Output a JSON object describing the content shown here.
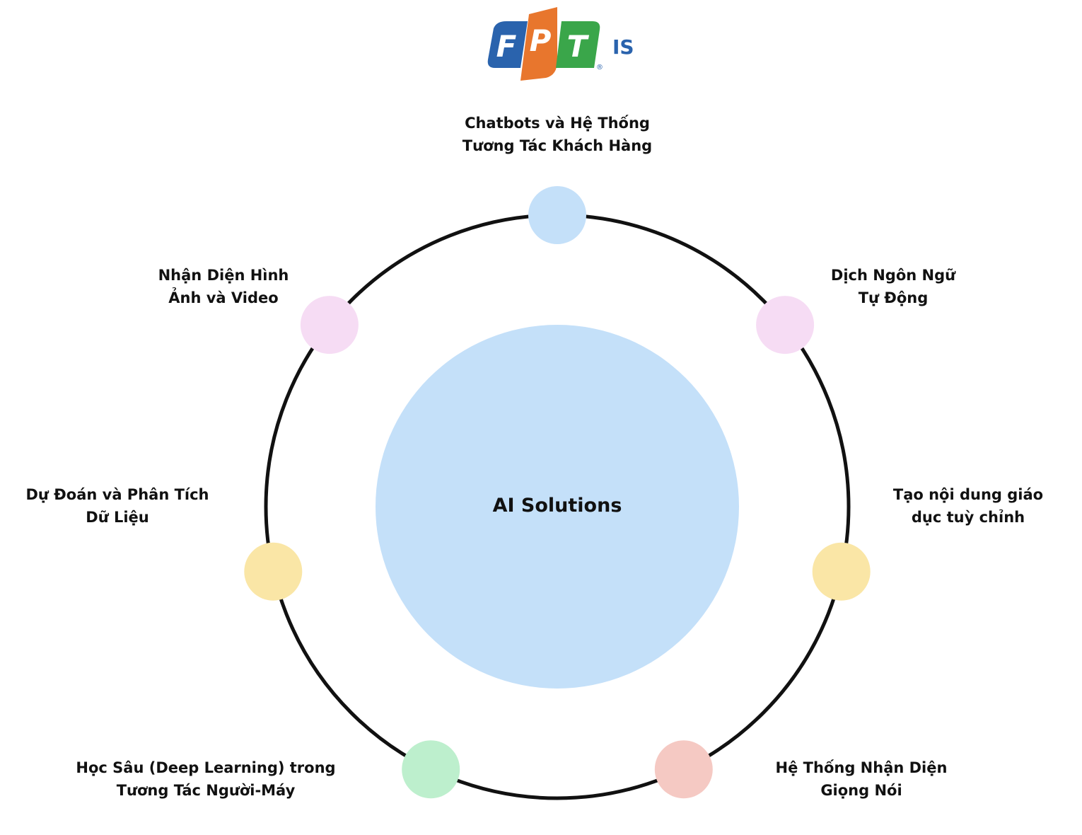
{
  "logo": {
    "letters": [
      "F",
      "P",
      "T"
    ],
    "suffix": "IS",
    "registered_mark": "®",
    "colors": {
      "F": "#2a63ad",
      "P": "#e8762d",
      "T": "#3aa64a",
      "suffix": "#2a63ad"
    }
  },
  "diagram": {
    "ring_color": "#111111",
    "center": {
      "title": "AI Solutions",
      "fill": "#c4e0f9"
    },
    "nodes": [
      {
        "id": "chatbots",
        "fill": "#c4e0f9",
        "lines": [
          "Chatbots và Hệ Thống",
          "Tương Tác Khách Hàng"
        ]
      },
      {
        "id": "translation",
        "fill": "#f6dcf4",
        "lines": [
          "Dịch Ngôn Ngữ",
          "Tự Động"
        ]
      },
      {
        "id": "education",
        "fill": "#fae6a6",
        "lines": [
          "Tạo nội dung giáo",
          "dục tuỳ chỉnh"
        ]
      },
      {
        "id": "speech",
        "fill": "#f5c9c3",
        "lines": [
          "Hệ Thống Nhận Diện",
          "Giọng Nói"
        ]
      },
      {
        "id": "deep-learning",
        "fill": "#bdefcd",
        "lines": [
          "Học Sâu (Deep Learning) trong",
          "Tương Tác Người-Máy"
        ]
      },
      {
        "id": "prediction",
        "fill": "#fae6a6",
        "lines": [
          "Dự Đoán và Phân Tích",
          "Dữ Liệu"
        ]
      },
      {
        "id": "vision",
        "fill": "#f6dcf4",
        "lines": [
          "Nhận Diện Hình",
          "Ảnh và Video"
        ]
      }
    ]
  }
}
